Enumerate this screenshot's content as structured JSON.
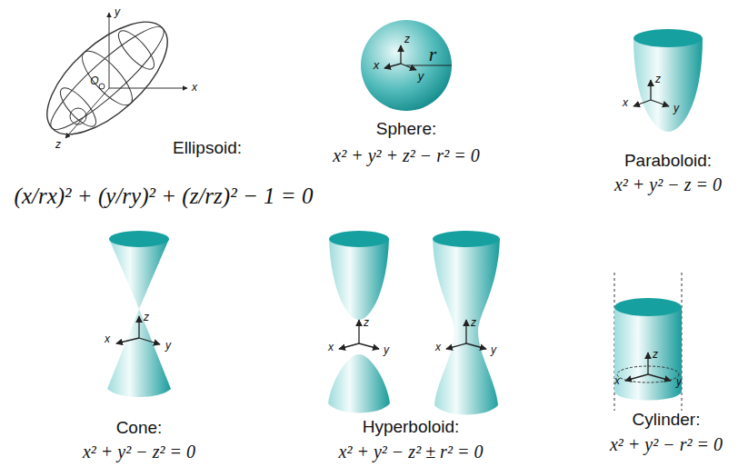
{
  "diagram": {
    "labels": [
      "y",
      "x",
      "z",
      "O",
      "Ellipsoid:",
      "(x/rx)² + (y/ry)² + (z/rz)² − 1 = 0",
      "Sphere:",
      "x² + y² + z² − r² = 0",
      "z",
      "r",
      "x",
      "y",
      "z",
      "x",
      "y",
      "Paraboloid:",
      "x² + y² − z = 0",
      "z",
      "x",
      "y",
      "Cone:",
      "x² + y² − z² = 0",
      "z",
      "x",
      "y",
      "z",
      "x",
      "y",
      "Hyperboloid:",
      "x² + y² − z² ± r² = 0",
      "z",
      "x",
      "y",
      "Cylinder:",
      "x² + y² − r² = 0"
    ]
  }
}
